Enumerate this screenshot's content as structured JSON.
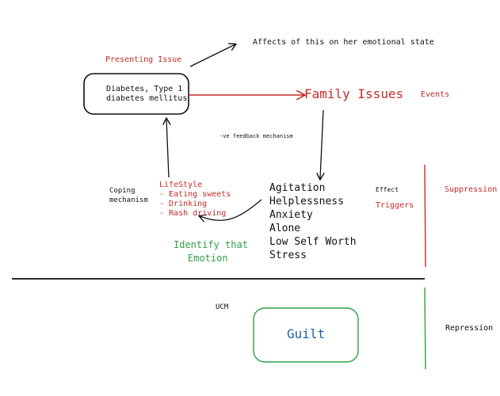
{
  "colors": {
    "red": "#c92a2a",
    "green": "#2f9e44",
    "blue": "#1c5fa8",
    "ink": "#111111"
  },
  "nodes": {
    "affects_label": "Affects of this on her emotional state",
    "presenting_issue": "Presenting Issue",
    "diabetes_line1": "Diabetes, Type 1",
    "diabetes_line2": "diabetes mellitus",
    "family_issues": "Family Issues",
    "events": "Events",
    "feedback": "-ve feedback mechanism",
    "coping_line1": "Coping",
    "coping_line2": "mechanism",
    "lifestyle": [
      "LifeStyle",
      "- Eating sweets",
      "- Drinking",
      "- Rash driving"
    ],
    "emotions": [
      "Agitation",
      "Helplessness",
      "Anxiety",
      "Alone",
      "Low Self Worth",
      "Stress"
    ],
    "effect": "Effect",
    "triggers": "Triggers",
    "suppression": "Suppression",
    "identify_line1": "Identify that",
    "identify_line2": "Emotion",
    "ucm": "UCM",
    "guilt": "Guilt",
    "repression": "Repression"
  }
}
